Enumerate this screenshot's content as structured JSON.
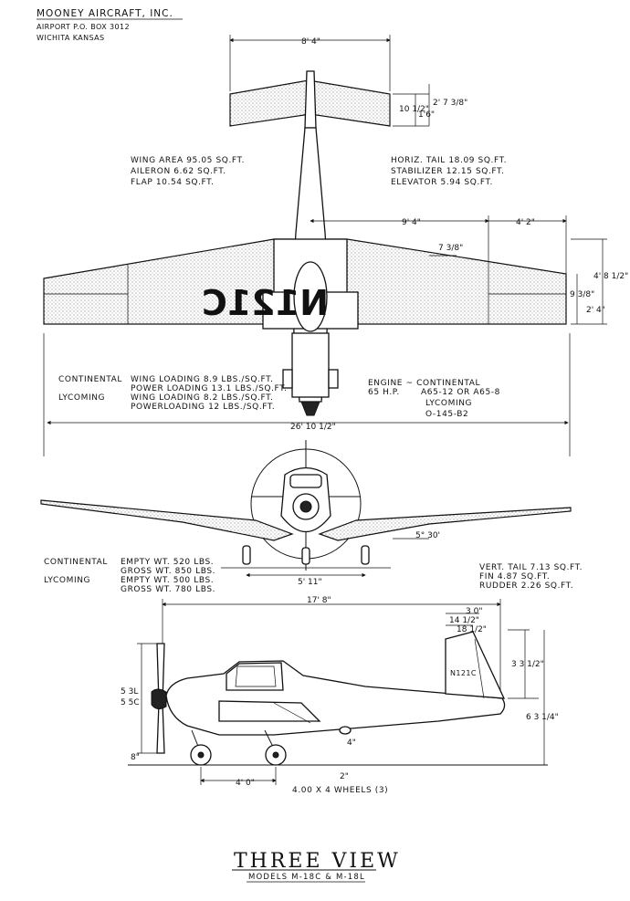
{
  "header": {
    "company": "MOONEY AIRCRAFT, INC.",
    "address_line1": "AIRPORT   P.O. BOX 3012",
    "address_line2": "WICHITA   KANSAS"
  },
  "top_view": {
    "wing_area": "WING AREA 95.05 SQ.FT.",
    "aileron": "AILERON     6.62 SQ.FT.",
    "flap": "FLAP       10.54 SQ.FT.",
    "horiz_tail": "HORIZ. TAIL   18.09 SQ.FT.",
    "stabilizer": "STABILIZER  12.15 SQ.FT.",
    "elevator": "ELEVATOR     5.94 SQ.FT.",
    "registration": "N121C",
    "dim_tail_span": "8' 4\"",
    "dim_tail_chord_a": "10 1/2\"",
    "dim_tail_chord_b": "1'6\"",
    "dim_tail_chord_c": "2' 7 3/8\"",
    "dim_half_span": "9' 4\"",
    "dim_outer_panel": "4' 2\"",
    "dim_sweep": "7 3/8\"",
    "dim_wing_root": "4' 8 1/2\"",
    "dim_tip_a": "9 3/8\"",
    "dim_tip_b": "2' 4\"",
    "dim_span": "26' 10 1/2\""
  },
  "loading": {
    "continental": "CONTINENTAL",
    "lycoming": "LYCOMING",
    "cont_wing": "WING LOADING  8.9 LBS./SQ.FT.",
    "cont_power": "POWER LOADING 13.1 LBS./SQ.FT.",
    "lyc_wing": "WING LOADING  8.2 LBS./SQ.FT.",
    "lyc_power": "POWERLOADING  12 LBS./SQ.FT."
  },
  "engine": {
    "label": "ENGINE ~ CONTINENTAL",
    "hp": "65 H.P.",
    "cont_models": "A65-12 OR A65-8",
    "lycoming": "LYCOMING",
    "lyc_model": "O-145-B2"
  },
  "front_view": {
    "dihedral": "5° 30'",
    "track": "5' 11\""
  },
  "weights": {
    "continental": "CONTINENTAL",
    "lycoming": "LYCOMING",
    "cont_empty": "EMPTY WT.  520 LBS.",
    "cont_gross": "GROSS WT.  850 LBS.",
    "lyc_empty": "EMPTY WT.  500 LBS.",
    "lyc_gross": "GROSS WT.  780 LBS."
  },
  "vertical_tail": {
    "vert_tail": "VERT. TAIL  7.13 SQ.FT.",
    "fin": "FIN         4.87 SQ.FT.",
    "rudder": "RUDDER      2.26 SQ.FT."
  },
  "side_view": {
    "length": "17' 8\"",
    "fin_top": "3 0\"",
    "fin_a": "14 1/2\"",
    "fin_b": "18 1/2\"",
    "fin_height": "3 3 1/2\"",
    "overall_height": "6 3 1/4\"",
    "prop_cont": "5 3L",
    "prop_lyc": "5 5C",
    "ground": "8\"",
    "wheelbase": "4' 0\"",
    "tail_gap": "2\"",
    "tail_wheel": "4\"",
    "wheels": "4.00 X 4 WHEELS (3)",
    "side_reg": "N121C"
  },
  "footer": {
    "title": "THREE VIEW",
    "models": "MODELS   M-18C & M-18L"
  }
}
